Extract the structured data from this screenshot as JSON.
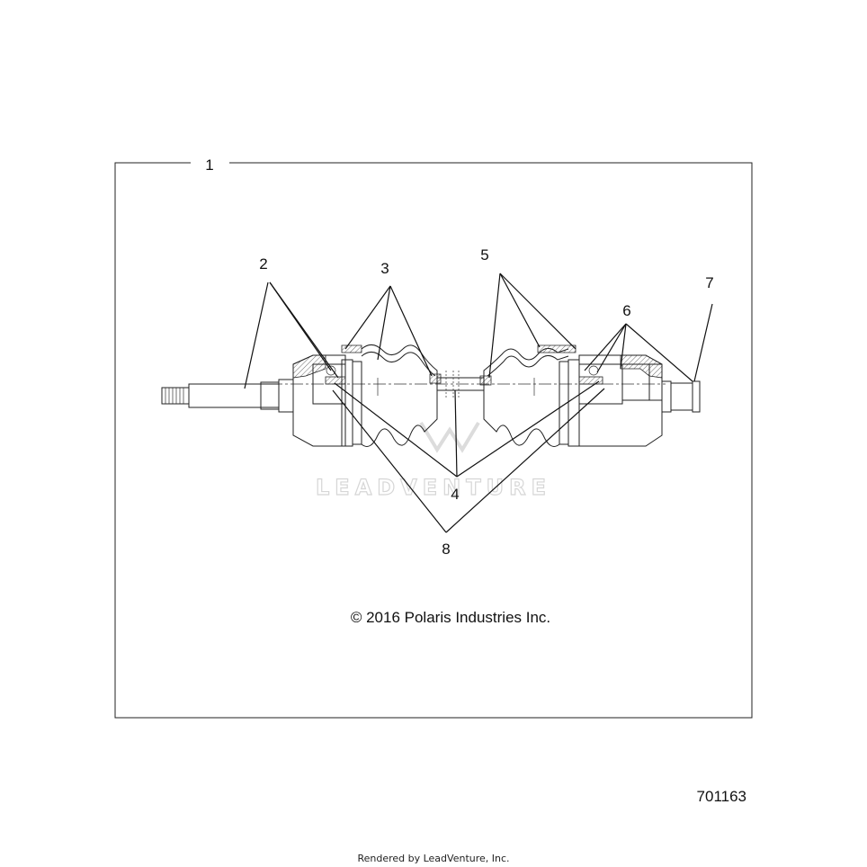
{
  "diagram": {
    "group_callout": "1",
    "callouts": [
      "2",
      "3",
      "4",
      "5",
      "6",
      "7",
      "8"
    ],
    "copyright": "© 2016 Polaris Industries Inc.",
    "diagram_id": "701163",
    "watermark": "LEADVENTURE",
    "footer": "Rendered by LeadVenture, Inc."
  }
}
